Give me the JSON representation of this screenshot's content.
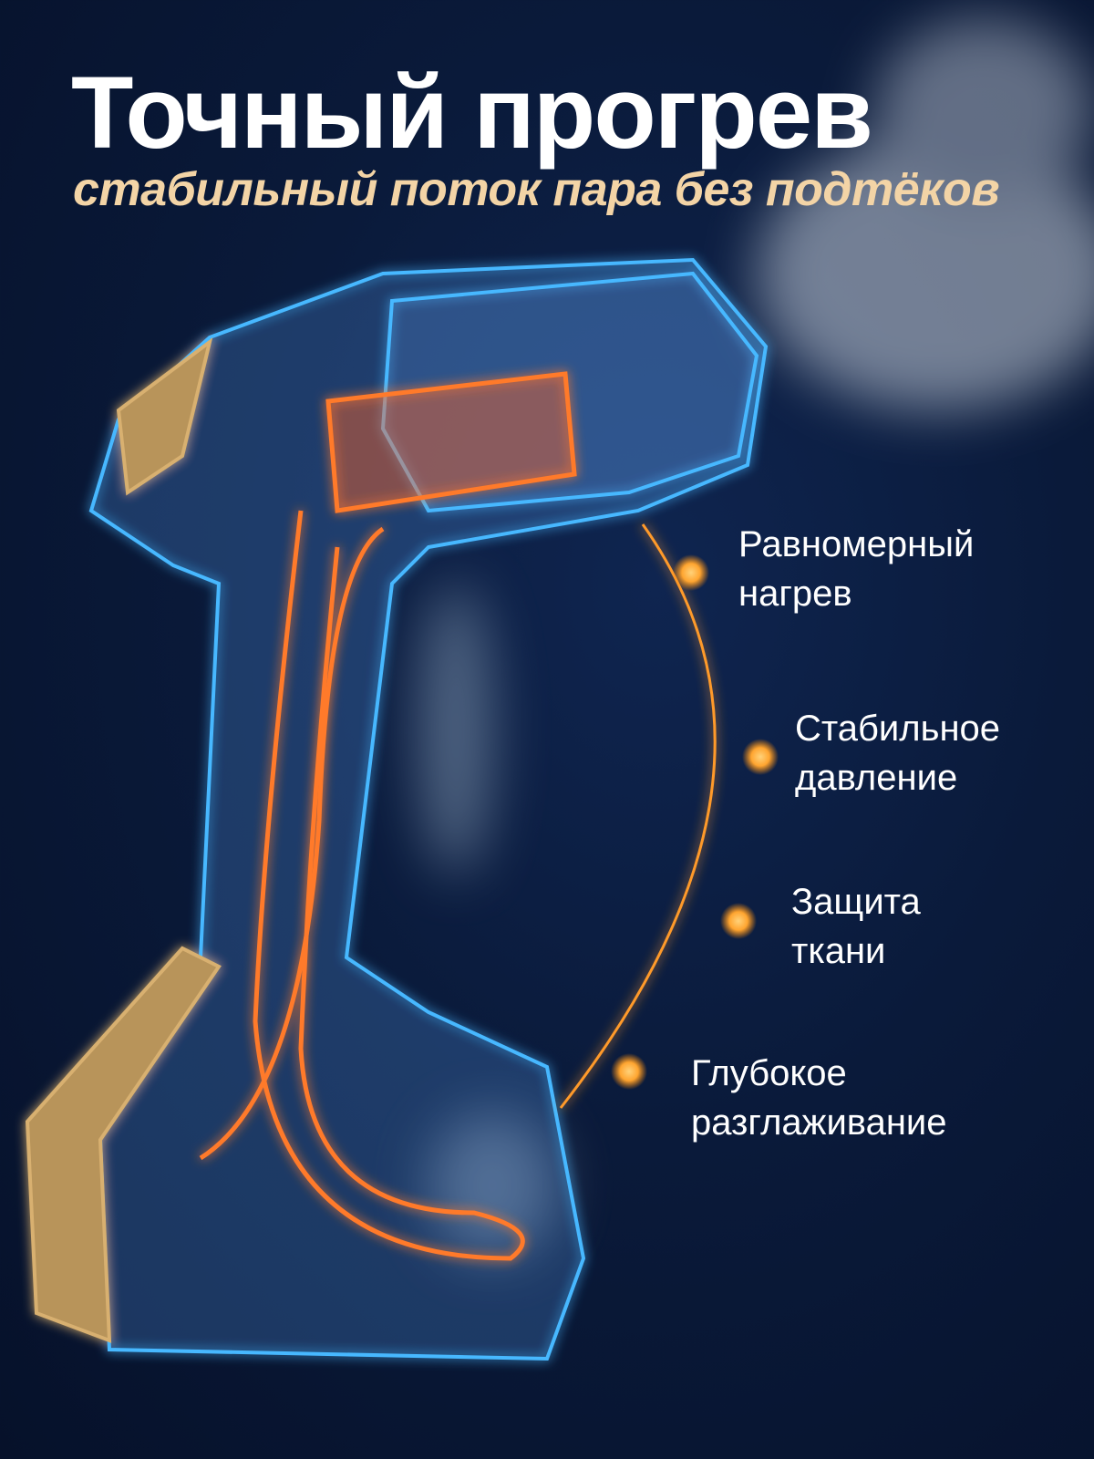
{
  "header": {
    "title": "Точный прогрев",
    "subtitle": "стабильный поток пара без подтёков"
  },
  "features": [
    {
      "line1": "Равномерный",
      "line2": "нагрев"
    },
    {
      "line1": "Стабильное",
      "line2": "давление"
    },
    {
      "line1": "Защита",
      "line2": "ткани"
    },
    {
      "line1": "Глубокое",
      "line2": "разглаживание"
    }
  ],
  "colors": {
    "background": "#0a1a3a",
    "subtitle": "#f3d4a6",
    "accent_orange": "#ff9a2a",
    "glow_blue": "#3fb6ff",
    "gold": "#c9a266"
  }
}
